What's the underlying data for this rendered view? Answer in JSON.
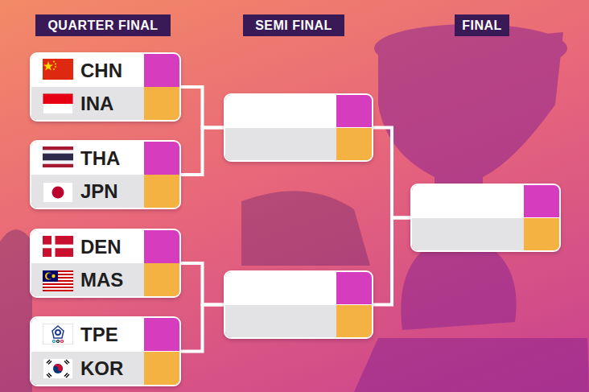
{
  "diagram": {
    "nodes": [
      {
        "text": [
          "QUARTER FINAL"
        ]
      },
      {
        "text": [
          "SEMI FINAL"
        ]
      },
      {
        "text": [
          "FINAL"
        ]
      },
      {
        "text": [
          "CHN",
          "INA"
        ]
      },
      {
        "text": [
          "THA",
          "JPN"
        ]
      },
      {
        "text": [
          "DEN",
          "MAS"
        ]
      },
      {
        "text": [
          "TPE",
          "KOR"
        ]
      },
      {
        "text": []
      },
      {
        "text": []
      },
      {
        "text": []
      }
    ],
    "edges": [
      {
        "from": 3,
        "to": 7,
        "arrow": "none"
      },
      {
        "from": 4,
        "to": 7,
        "arrow": "none"
      },
      {
        "from": 5,
        "to": 8,
        "arrow": "none"
      },
      {
        "from": 6,
        "to": 8,
        "arrow": "none"
      },
      {
        "from": 7,
        "to": 9,
        "arrow": "none"
      },
      {
        "from": 8,
        "to": 9,
        "arrow": "none"
      }
    ]
  }
}
